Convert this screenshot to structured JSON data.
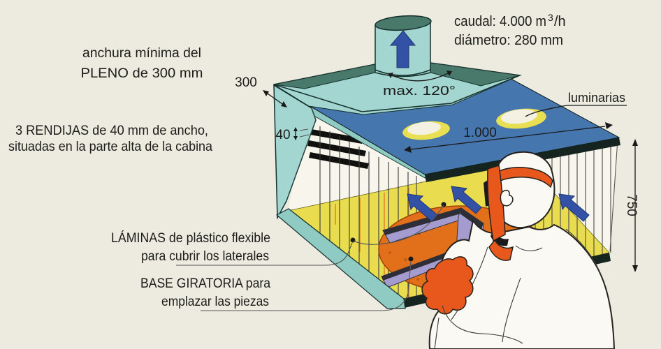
{
  "annotations": {
    "plenum_note": {
      "line1": "anchura mínima del",
      "line2": "PLENO de 300 mm"
    },
    "slits_note": {
      "line1": "3 RENDIJAS de 40 mm de ancho,",
      "line2": "situadas en la parte alta de la cabina"
    },
    "sheets_note": {
      "line1": "LÁMINAS de plástico flexible",
      "line2": "para cubrir los laterales"
    },
    "base_note": {
      "line1": "BASE GIRATORIA para",
      "line2": "emplazar las piezas"
    },
    "flow_note": {
      "prefix": "caudal: 4.000 m",
      "sup": "3",
      "suffix": "/h"
    },
    "diameter_note": "diámetro: 280 mm",
    "angle_note": "max. 120°",
    "lights_note": "luminarias"
  },
  "dimensions": {
    "plenum_depth": "300",
    "slit_width": "40",
    "cabin_width": "1.000",
    "cabin_height": "750"
  },
  "colors": {
    "background": "#edebdf",
    "booth_teal": "#a3d6d0",
    "booth_teal_dark": "#8fcac3",
    "hood_dark_teal": "#49796b",
    "ceiling_blue": "#4576ae",
    "edge_dark": "#16241f",
    "floor_yellow": "#e9dc4f",
    "turntable_orange": "#e2701b",
    "arrow_blue": "#3352a6",
    "suit_white": "#faf9f3",
    "gear_orange": "#e8571c",
    "luminaire_yellow": "#e8df52",
    "luminaire_core": "#f4f1e2",
    "workpiece_purple": "#a49cce",
    "interior_white": "#f7f5ec"
  }
}
